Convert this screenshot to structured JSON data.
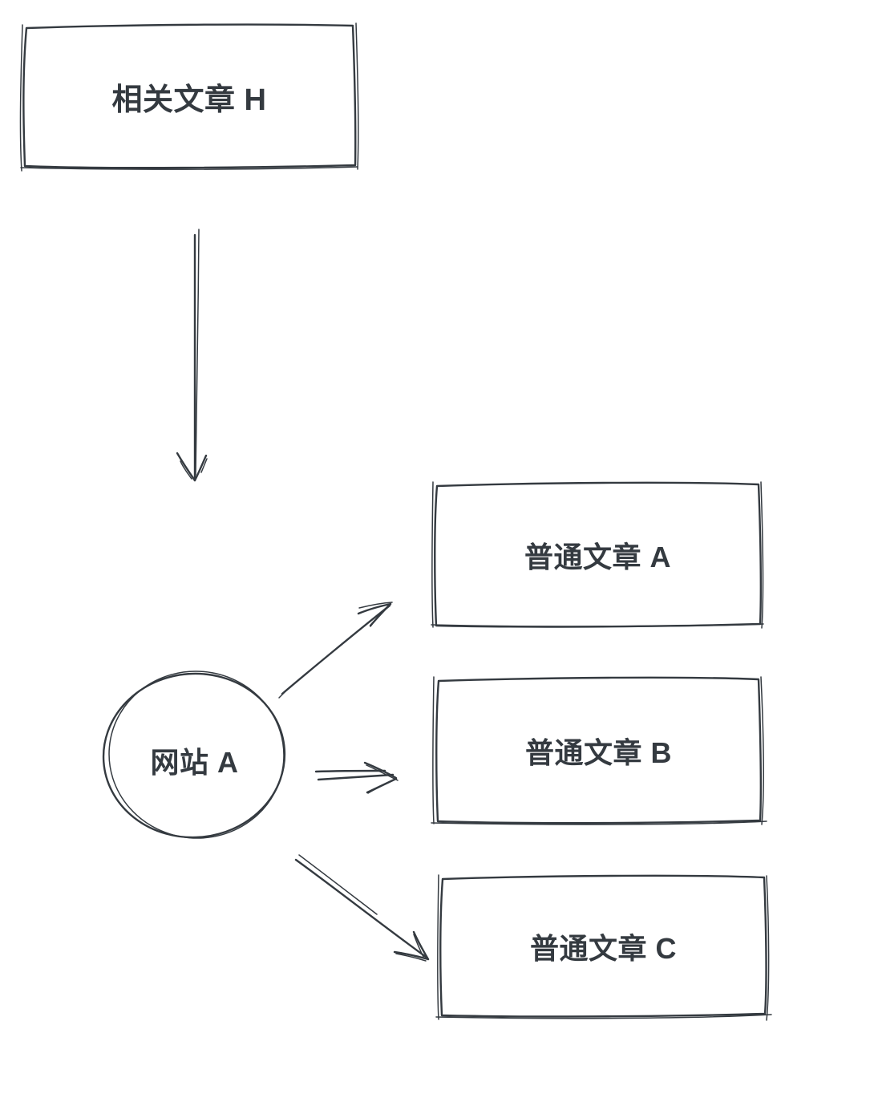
{
  "diagram": {
    "style": "hand-drawn-sketch",
    "colors": {
      "stroke": "#343a40",
      "text": "#343a40",
      "background": "#ffffff"
    },
    "nodes": {
      "related_article": {
        "label": "相关文章 H",
        "shape": "rectangle"
      },
      "website": {
        "label": "网站 A",
        "shape": "circle"
      },
      "article_a": {
        "label": "普通文章 A",
        "shape": "rectangle"
      },
      "article_b": {
        "label": "普通文章 B",
        "shape": "rectangle"
      },
      "article_c": {
        "label": "普通文章 C",
        "shape": "rectangle"
      }
    },
    "edges": [
      {
        "from": "related_article",
        "to": "website",
        "type": "arrow"
      },
      {
        "from": "website",
        "to": "article_a",
        "type": "arrow"
      },
      {
        "from": "website",
        "to": "article_b",
        "type": "arrow"
      },
      {
        "from": "website",
        "to": "article_c",
        "type": "arrow"
      }
    ]
  }
}
